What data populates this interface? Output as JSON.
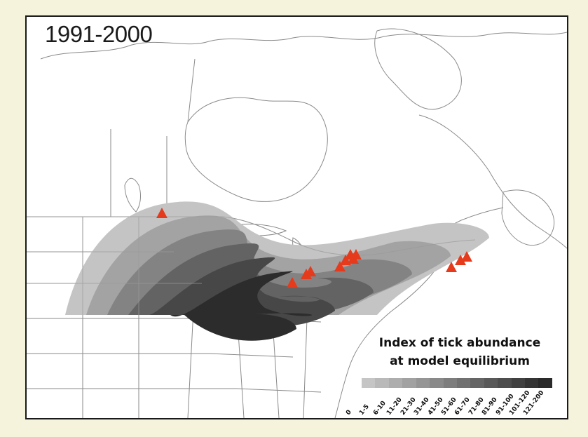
{
  "map": {
    "period_label": "1991-2000",
    "legend": {
      "title_line1": "Index of tick abundance",
      "title_line2": "at model equilibrium",
      "scale_colors": [
        "#c5c5c5",
        "#b9b9b9",
        "#adadad",
        "#a1a1a1",
        "#959595",
        "#898989",
        "#7d7d7d",
        "#717171",
        "#656565",
        "#595959",
        "#4d4d4d",
        "#414141",
        "#353535",
        "#2a2a2a"
      ],
      "tick_labels": [
        "0",
        "1-5",
        "6-10",
        "11-20",
        "21-30",
        "31-40",
        "41-50",
        "51-60",
        "61-70",
        "71-80",
        "81-90",
        "91-100",
        "101-120",
        "121-200"
      ]
    },
    "abundance_bands": [
      "#c4c4c4",
      "#a3a3a3",
      "#838383",
      "#636363",
      "#474747",
      "#2c2c2c"
    ],
    "observation_marker_color": "#e53b1c",
    "observation_markers": 12
  }
}
